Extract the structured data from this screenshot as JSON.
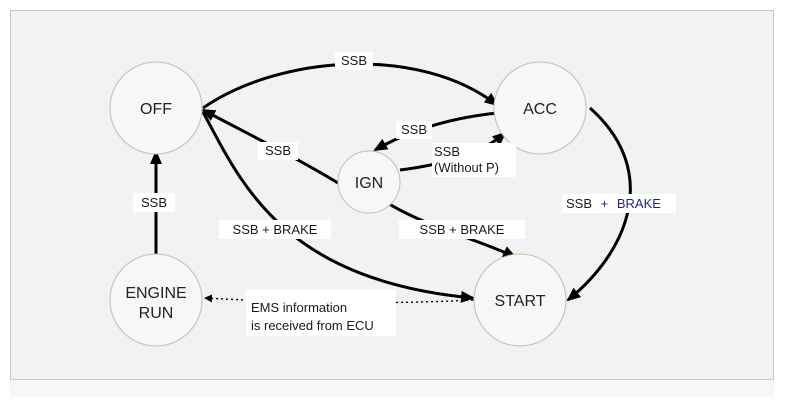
{
  "states": {
    "off": "OFF",
    "acc": "ACC",
    "ign": "IGN",
    "engine_run_line1": "ENGINE",
    "engine_run_line2": "RUN",
    "start": "START"
  },
  "transitions": {
    "off_to_acc": "SSB",
    "acc_to_ign": "SSB",
    "ign_to_acc_line1": "SSB",
    "ign_to_acc_line2": "(Without P)",
    "ign_to_off": "SSB",
    "engine_run_to_off": "SSB",
    "off_to_start": "SSB + BRAKE",
    "ign_to_start": "SSB + BRAKE",
    "acc_to_start_ssb": "SSB",
    "acc_to_start_plus": "+",
    "acc_to_start_brake": "BRAKE",
    "start_to_engine_run_line1": "EMS information",
    "start_to_engine_run_line2": "is received from ECU"
  },
  "colors": {
    "accent_blue": "#1f1f8f",
    "arrow": "#000000",
    "circle_outline": "#b9c4a8"
  }
}
